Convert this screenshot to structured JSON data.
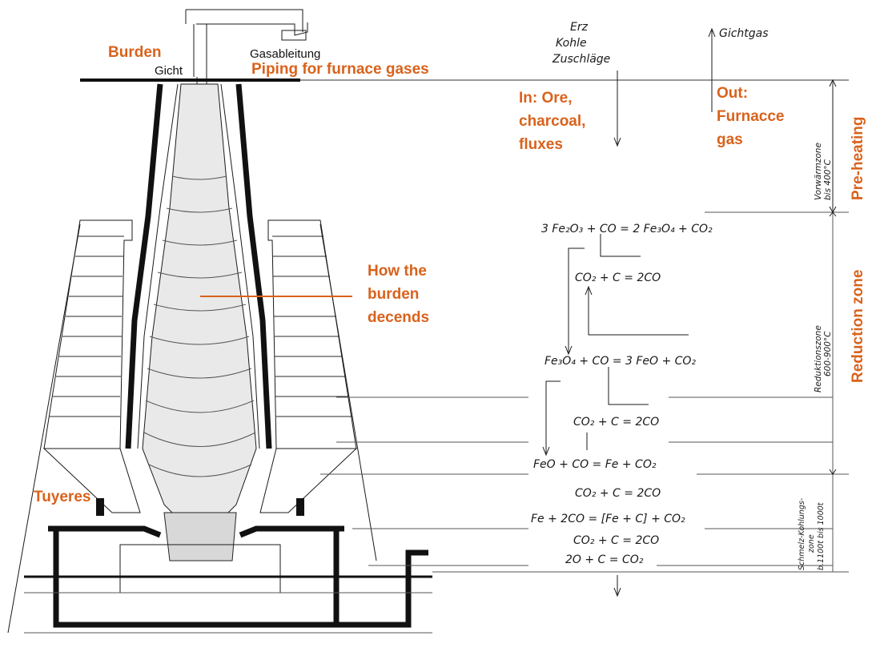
{
  "labels": {
    "gicht": "Gicht",
    "gasableitung": "Gasableitung",
    "erz": "Erz",
    "kohle": "Kohle",
    "zuschlaege": "Zuschläge",
    "gichtgas": "Gichtgas"
  },
  "annotations": {
    "burden": "Burden",
    "piping": "Piping for furnace gases",
    "in_line1": "In: Ore,",
    "in_line2": "charcoal,",
    "in_line3": "fluxes",
    "out_line1": "Out:",
    "out_line2": "Furnacce",
    "out_line3": "gas",
    "descends_line1": "How the",
    "descends_line2": "burden",
    "descends_line3": "decends",
    "tuyeres": "Tuyeres",
    "preheating": "Pre-heating",
    "reduction": "Reduction zone"
  },
  "zones": {
    "vorwaerm_1": "Vorwärmzone",
    "vorwaerm_2": "bis 400°C",
    "reduktion_1": "Reduktionszone",
    "reduktion_2": "600-900°C",
    "schmelz_1": "Schmelz-Kohlungs-",
    "schmelz_2": "zone",
    "schmelz_3": "b.1100t bis 1000t"
  },
  "reactions": {
    "r1": "3 Fe₂O₃ + CO = 2 Fe₃O₄ + CO₂",
    "r2": "CO₂ + C = 2CO",
    "r3": "Fe₃O₄ + CO = 3 FeO + CO₂",
    "r4": "CO₂ + C = 2CO",
    "r5": "FeO + CO = Fe + CO₂",
    "r6": "CO₂ + C = 2CO",
    "r7": "Fe + 2CO = [Fe + C] + CO₂",
    "r8": "CO₂ + C = 2CO",
    "r9": "2O + C = CO₂"
  }
}
